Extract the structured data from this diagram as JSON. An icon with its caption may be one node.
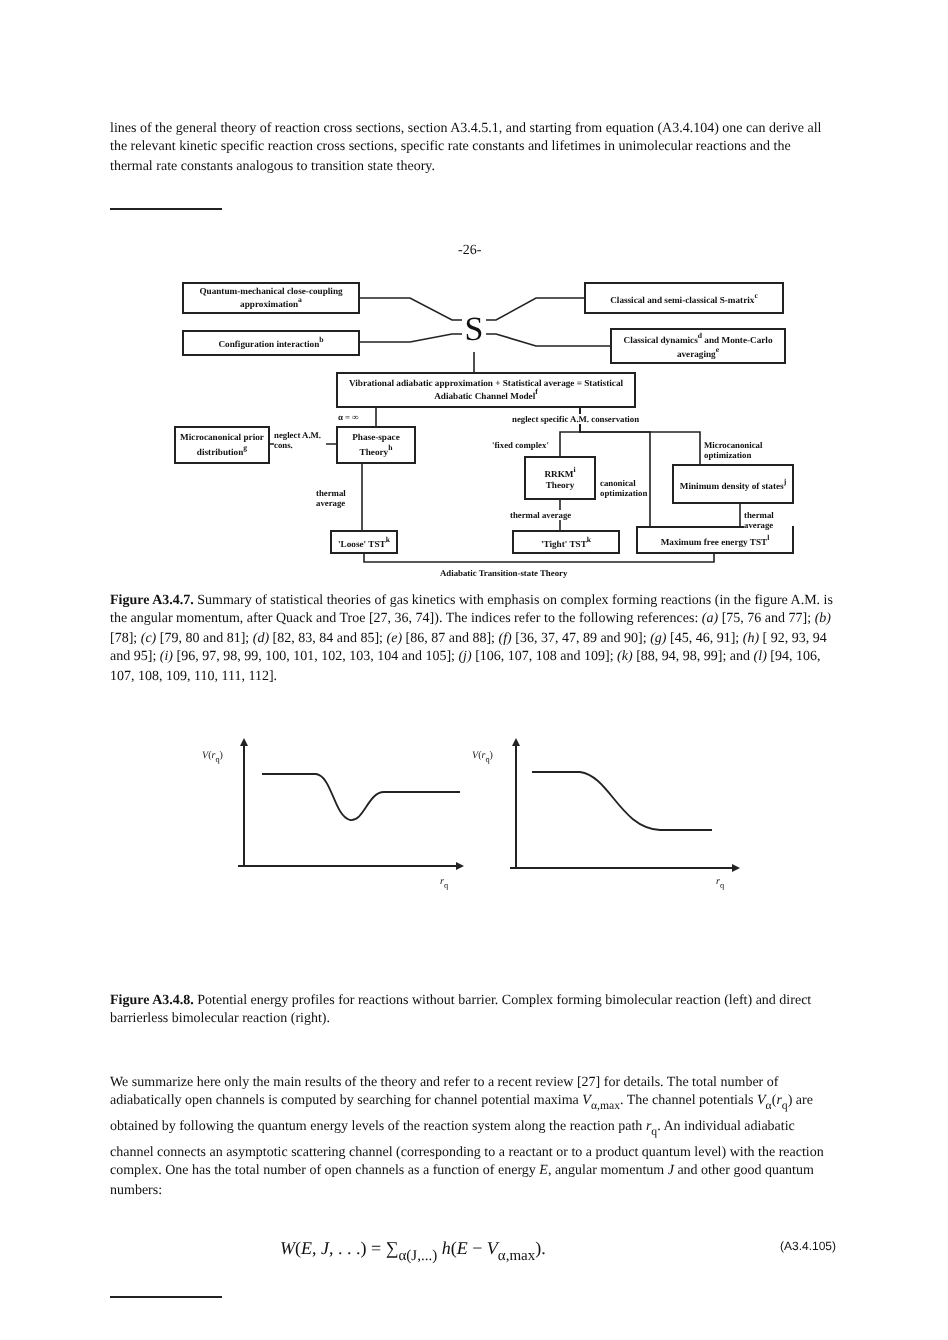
{
  "diagram": {
    "caption": "**Figure A3.4.7.** Summary of statistical theories of gas kinetics with emphasis on complex forming reactions (in the figure A.M. is the angular momentum, after Quack and Troe [27, 36, 74]). The indices refer to the following references: *(a)* [75, 76 and 77]; *(b)* [78]; *(c)* [79, 80 and 81]; *(d)* [82, 83, 84 and 85]; *(e)* [86, 87 and 88]; *(f)* [36, 37, 47, 89 and 90]; *(g)* [45, 46, 91]; *(h)* [ 92, 93, 94 and 95]; *(i)* [96, 97, 98, 99, 100, 101, 102, 103, 104 and 105]; *(j)* [106, 107, 108 and 109]; *(k)* [88, 94, 98, 99]; and *(l)* [94, 106, 107, 108, 109, 110, 111, 112].",
    "nodes": [
      {
        "text": [
          "Quantum-mechanical close-coupling approximation$^{a}$"
        ]
      },
      {
        "text": [
          "Configuration interaction$^{b}$"
        ]
      },
      {
        "text": [
          "S"
        ]
      },
      {
        "text": [
          "Classical and semi-classical S-matrix$^{c}$"
        ]
      },
      {
        "text": [
          "Classical dynamics$^{d}$ and Monte-Carlo averaging$^{e}$"
        ]
      },
      {
        "text": [
          "Vibrational adiabatic approximation + Statistical average = Statistical Adiabatic Channel Model$^{f}$"
        ]
      },
      {
        "text": [
          "Microcanonical prior distribution$^{g}$"
        ]
      },
      {
        "text": [
          "Phase-space Theory$^{h}$"
        ]
      },
      {
        "text": [
          "RRKM$^{i}$ Theory"
        ]
      },
      {
        "text": [
          "Minimum density of states$^{j}$"
        ]
      },
      {
        "text": [
          "'Loose' TST$^{k}$"
        ]
      },
      {
        "text": [
          "'Tight' TST$^{k}$"
        ]
      },
      {
        "text": [
          "Maximum free energy TST$^{l}$"
        ]
      }
    ],
    "edges": [
      {
        "from": 0,
        "to": 2,
        "arrow": "none"
      },
      {
        "from": 1,
        "to": 2,
        "arrow": "none"
      },
      {
        "from": 2,
        "to": 3,
        "arrow": "none"
      },
      {
        "from": 2,
        "to": 4,
        "arrow": "none"
      },
      {
        "from": 2,
        "to": 5,
        "arrow": "none"
      },
      {
        "from": 5,
        "to": 7,
        "arrow": "none",
        "label": "α = ∞"
      },
      {
        "from": 6,
        "to": 7,
        "arrow": "none",
        "label": "neglect A.M. cons."
      },
      {
        "from": 7,
        "to": 10,
        "arrow": "none",
        "label": "thermal average"
      },
      {
        "from": 5,
        "to": 8,
        "arrow": "none",
        "label": "'fixed complex'"
      },
      {
        "from": 5,
        "to": 9,
        "arrow": "none",
        "label": "Microcanonical optimization"
      },
      {
        "from": 5,
        "to": 12,
        "arrow": "none",
        "label": "canonical optimization"
      },
      {
        "from": 8,
        "to": 11,
        "arrow": "none",
        "label": "thermal average"
      },
      {
        "from": 9,
        "to": 12,
        "arrow": "none",
        "label": "thermal average"
      }
    ],
    "labels": [
      "lines of the general theory of reaction cross sections, section A3.4.5.1, and starting from equation (A3.4.104) one can derive all the relevant kinetic specific reaction cross sections, specific rate constants and lifetimes in unimolecular reactions and the thermal rate constants analogous to transition state theory.",
      "-26-",
      "neglect specific A.M. conservation",
      "Adiabatic Transition-state Theory",
      "*V*(*r*$_{q}$)",
      "*V*(*r*$_{q}$)",
      "*r*$_{q}$",
      "*r*$_{q}$",
      "**Figure A3.4.8.** Potential energy profiles for reactions without barrier. Complex forming bimolecular reaction (left) and direct barrierless bimolecular reaction (right).",
      "We summarize here only the main results of the theory and refer to a recent review [27] for details. The total number of adiabatically open channels is computed by searching for channel potential maxima *V*$_{α,max}$. The channel potentials *V*$_{α}$(*r*$_{q}$) are obtained by following the quantum energy levels of the reaction system along the reaction path *r*$_{q}$. An individual adiabatic channel connects an asymptotic scattering channel (corresponding to a reactant or to a product quantum level) with the reaction complex. One has the total number of open channels as a function of energy *E*, angular momentum *J* and other good quantum numbers:",
      "*W*(*E*, *J*, . . .) = ∑$_{α(J,...)}$ *h*(*E* − *V*$_{α,max}$).",
      "(A3.4.105)"
    ]
  }
}
